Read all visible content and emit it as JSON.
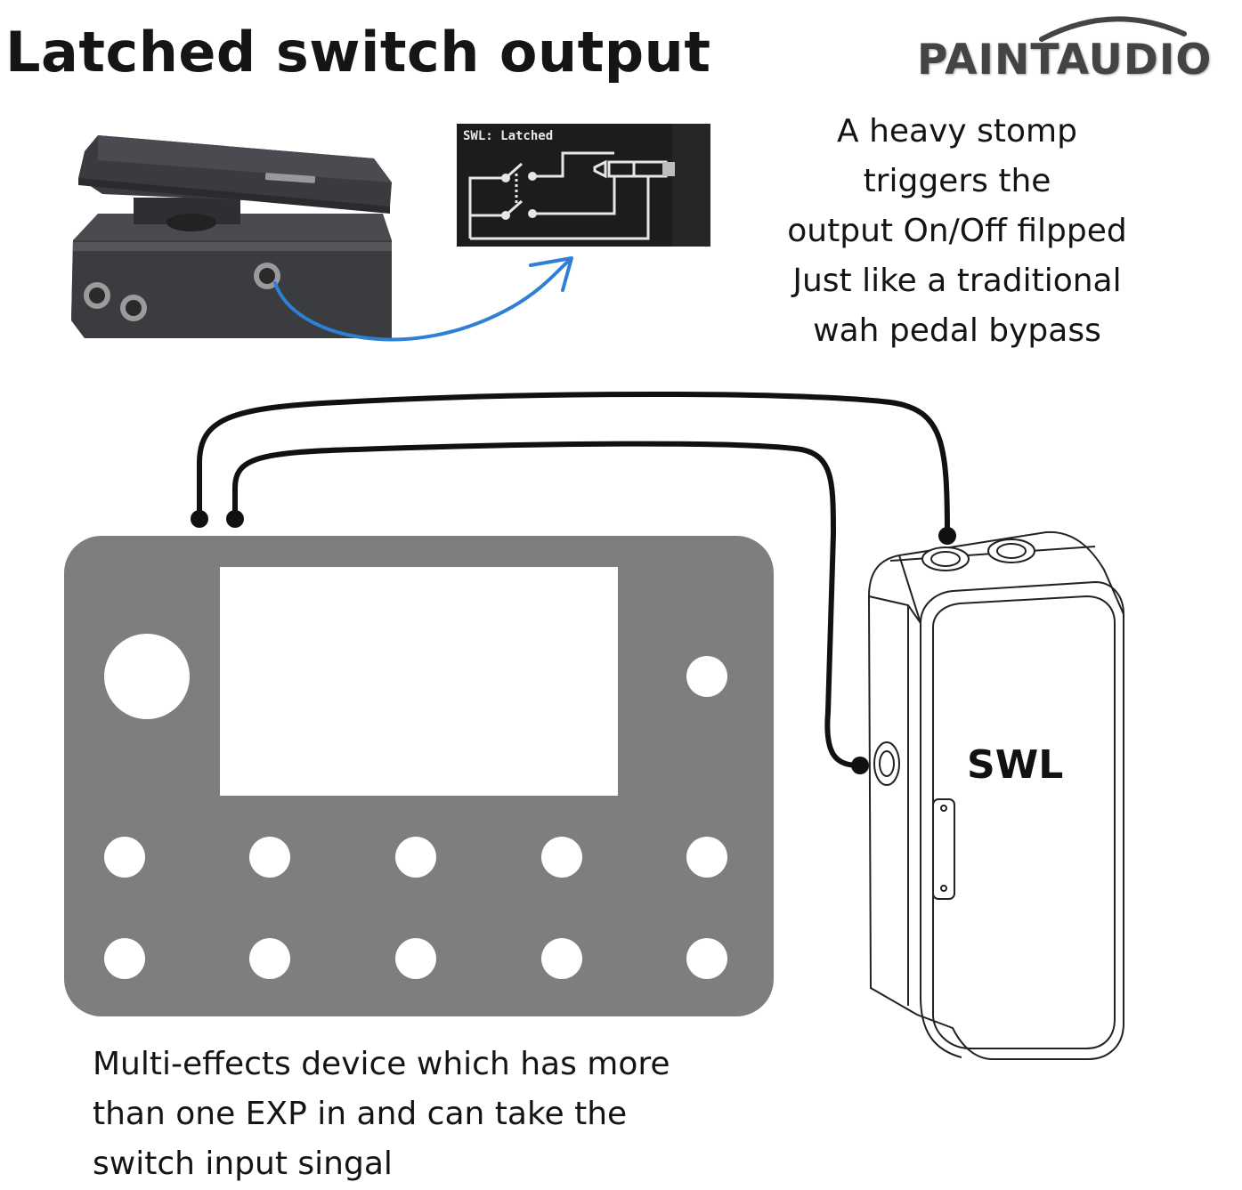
{
  "title": "Latched switch output",
  "brand": "PAINTAUDIO",
  "screen_label": "SWL: Latched",
  "description": [
    "A heavy stomp",
    "triggers the",
    "output On/Off filpped",
    "Just like a traditional",
    "wah pedal bypass"
  ],
  "device_label": "SWL",
  "caption": [
    "Multi-effects device which has more",
    "than one EXP in and can take the",
    "switch input singal"
  ],
  "colors": {
    "device_body": "#7e7e7e",
    "arrow": "#2f7fd6",
    "cable": "#111111"
  }
}
